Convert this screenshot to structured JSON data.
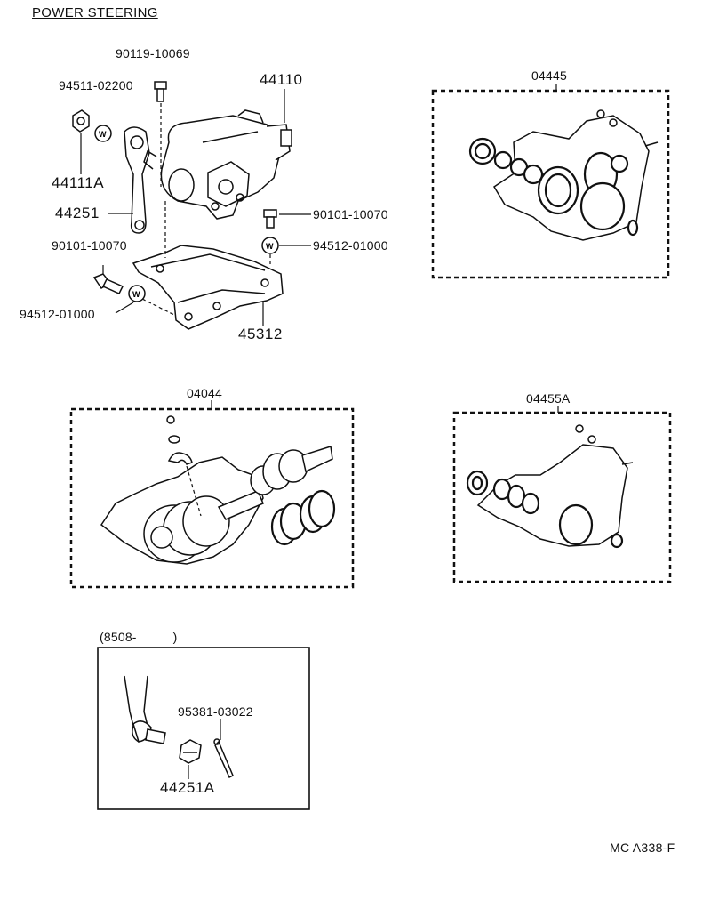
{
  "title": "POWER STEERING",
  "labels": {
    "bolt_top": "90119-10069",
    "gear_housing": "44110",
    "washer_top": "94511-02200",
    "nut": "44111A",
    "pitman_arm": "44251",
    "bolt_right": "90101-10070",
    "washer_right": "94512-01000",
    "bolt_left": "90101-10070",
    "washer_left": "94512-01000",
    "bracket": "45312",
    "kit_04445": "04445",
    "kit_04044": "04044",
    "kit_04455a": "04455A",
    "date_range": "(8508-          )",
    "cotter_pin": "95381-03022",
    "castle_nut": "44251A"
  },
  "washer_symbol": "W",
  "footer_code": "MC A338-F"
}
